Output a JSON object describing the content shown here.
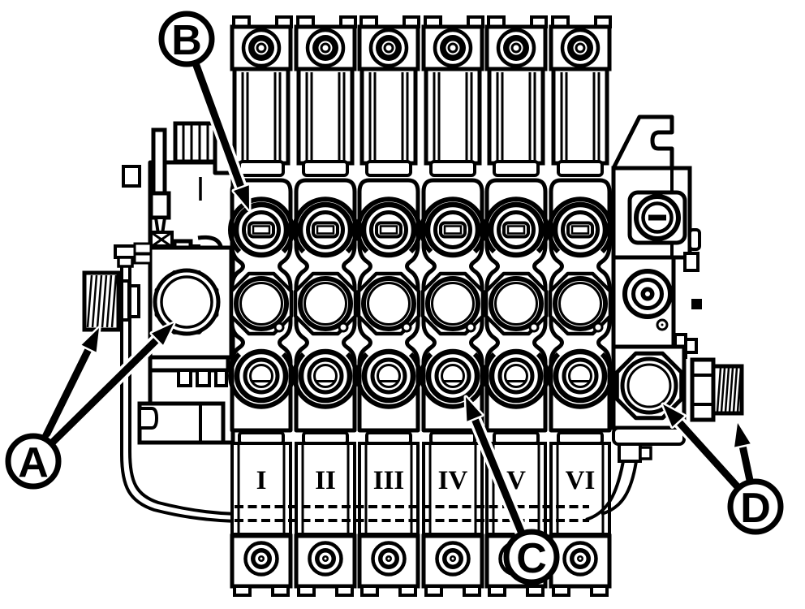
{
  "diagram": {
    "background_color": "#ffffff",
    "line_color": "#000000",
    "callouts": [
      {
        "label": "A"
      },
      {
        "label": "B"
      },
      {
        "label": "C"
      },
      {
        "label": "D"
      }
    ],
    "sections": [
      {
        "label": "I"
      },
      {
        "label": "II"
      },
      {
        "label": "III"
      },
      {
        "label": "IV"
      },
      {
        "label": "V"
      },
      {
        "label": "VI"
      }
    ]
  }
}
